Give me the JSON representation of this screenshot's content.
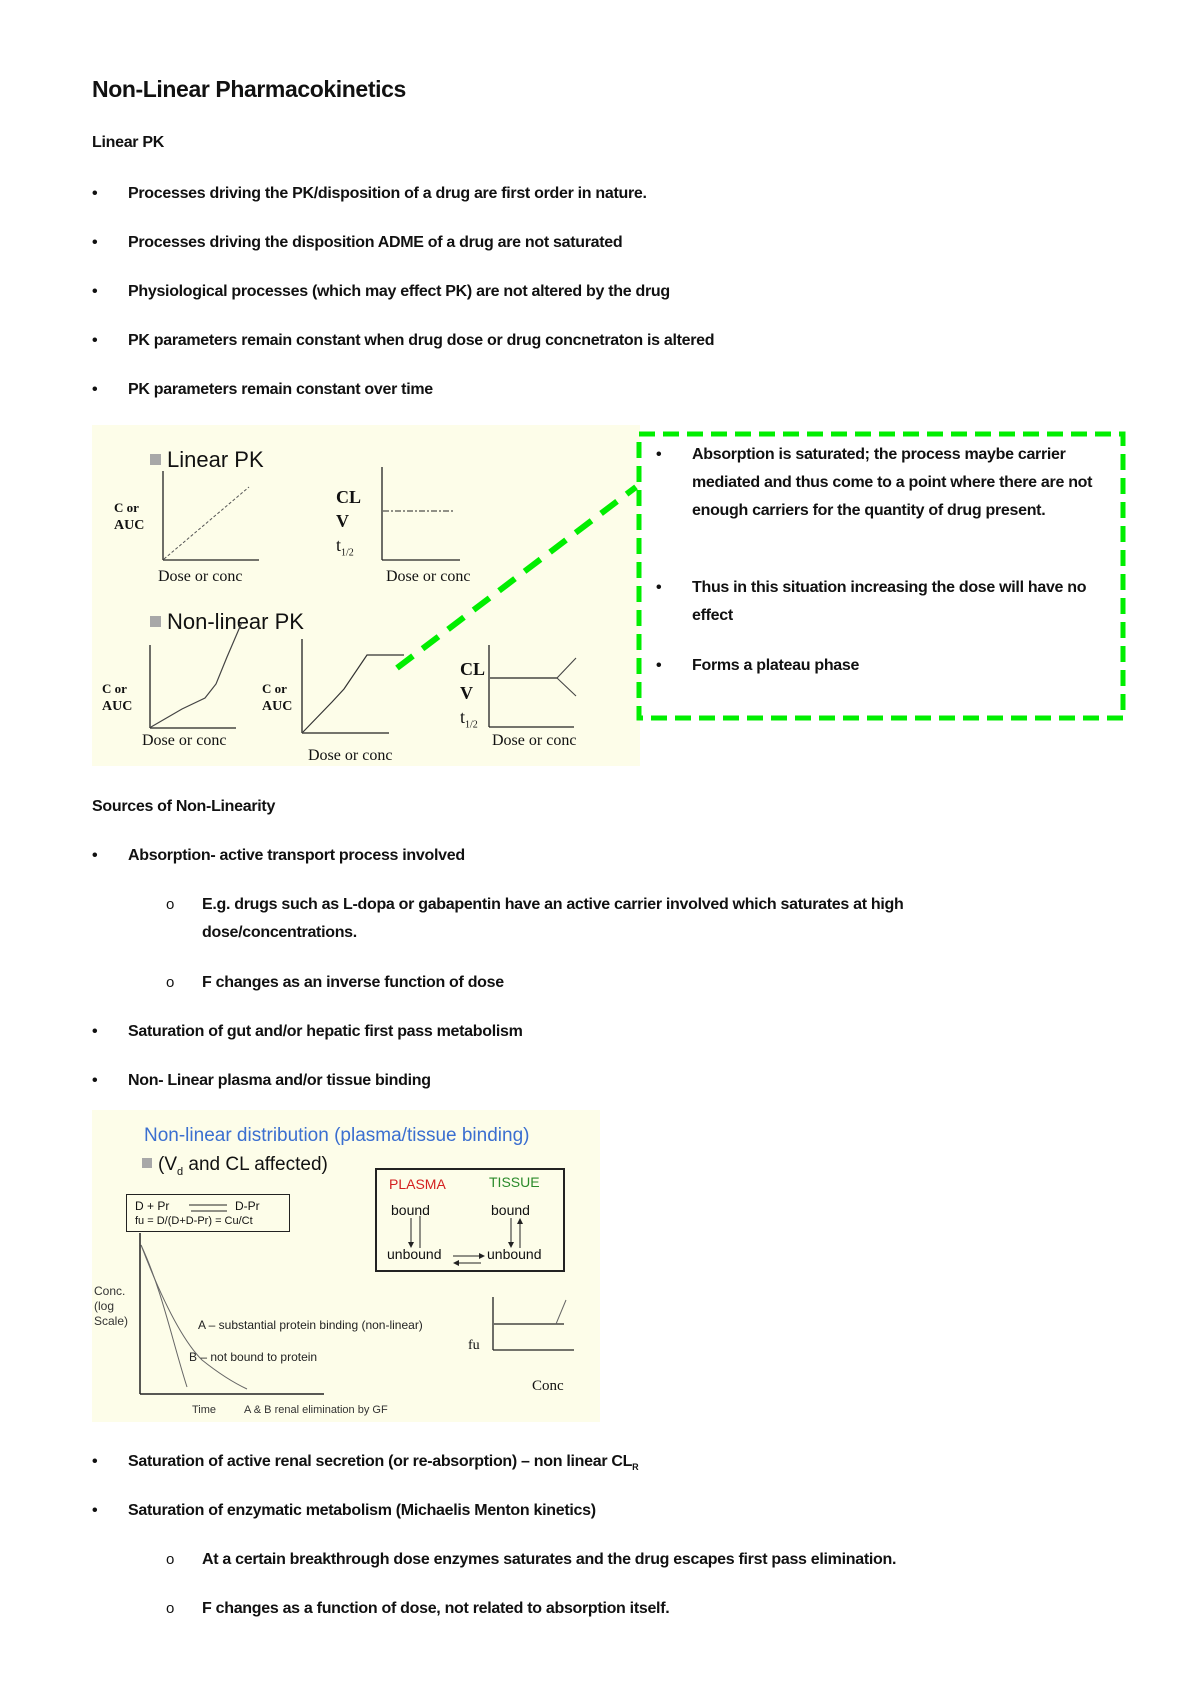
{
  "document": {
    "title": "Non-Linear Pharmacokinetics",
    "sections": {
      "linear_pk": {
        "heading": "Linear PK",
        "bullets": [
          "Processes driving the PK/disposition of a drug are first order in nature.",
          "Processes driving the disposition ADME of a drug are not saturated",
          "Physiological processes (which may effect PK) are not altered by the drug",
          "PK parameters remain constant when drug dose or drug concnetraton is altered",
          "PK parameters remain constant over time"
        ]
      },
      "callout": {
        "border_color": "#00ee00",
        "bullets": [
          "Absorption is saturated; the process maybe carrier mediated and thus come to a point where there are not enough carriers for the quantity of drug present.",
          "Thus in this situation increasing the dose will have no effect",
          "Forms a plateau phase"
        ]
      },
      "sources": {
        "heading": "Sources of Non-Linearity",
        "bullet_1": "Absorption- active transport process involved",
        "bullet_1_sub": [
          "E.g. drugs such as L-dopa or gabapentin have an active carrier involved which saturates at high dose/concentrations.",
          "F changes as an inverse function of dose"
        ],
        "bullet_2": "Saturation of gut and/or hepatic first pass metabolism",
        "bullet_3": "Non- Linear plasma and/or tissue binding",
        "bullet_4": "Saturation of active renal secretion (or re-absorption) – non linear CL",
        "bullet_4_sub": "R",
        "bullet_5": "Saturation of enzymatic metabolism (Michaelis Menton kinetics)",
        "bullet_5_sub": [
          "At a certain breakthrough dose enzymes saturates and the drug escapes first pass elimination.",
          "F changes as a function of dose, not related to absorption itself."
        ]
      }
    },
    "bullet_glyph": "•",
    "sub_bullet_glyph": "o"
  },
  "figure_1": {
    "background": "#fdfde9",
    "linear_label": "Linear PK",
    "nonlinear_label": "Non-linear PK",
    "y_c_or": "C or",
    "y_auc": "AUC",
    "y_cl": "CL",
    "y_v": "V",
    "y_t": "t",
    "y_t_sub": "1/2",
    "x_label": "Dose or conc"
  },
  "figure_2": {
    "background": "#fdfde9",
    "title": "Non-linear distribution (plasma/tissue binding)",
    "title_color": "#3b6fd0",
    "subtitle_prefix": "(V",
    "subtitle_sub": "d",
    "subtitle_suffix": " and CL affected)",
    "eq_line_1_left": "D + Pr",
    "eq_line_1_right": "D-Pr",
    "eq_line_2": "fu = D/(D+D-Pr) = Cu/Ct",
    "plasma_label": "PLASMA",
    "plasma_color": "#d42020",
    "tissue_label": "TISSUE",
    "tissue_color": "#2a8a2a",
    "bound": "bound",
    "unbound": "unbound",
    "y_label_1": "Conc.",
    "y_label_2": "(log",
    "y_label_3": "Scale)",
    "curve_a": "A – substantial protein binding (non-linear)",
    "curve_b": "B – not bound to protein",
    "x_label": "Time",
    "note": "A & B renal elimination by GF",
    "fu_label": "fu",
    "fu_x_label": "Conc"
  }
}
